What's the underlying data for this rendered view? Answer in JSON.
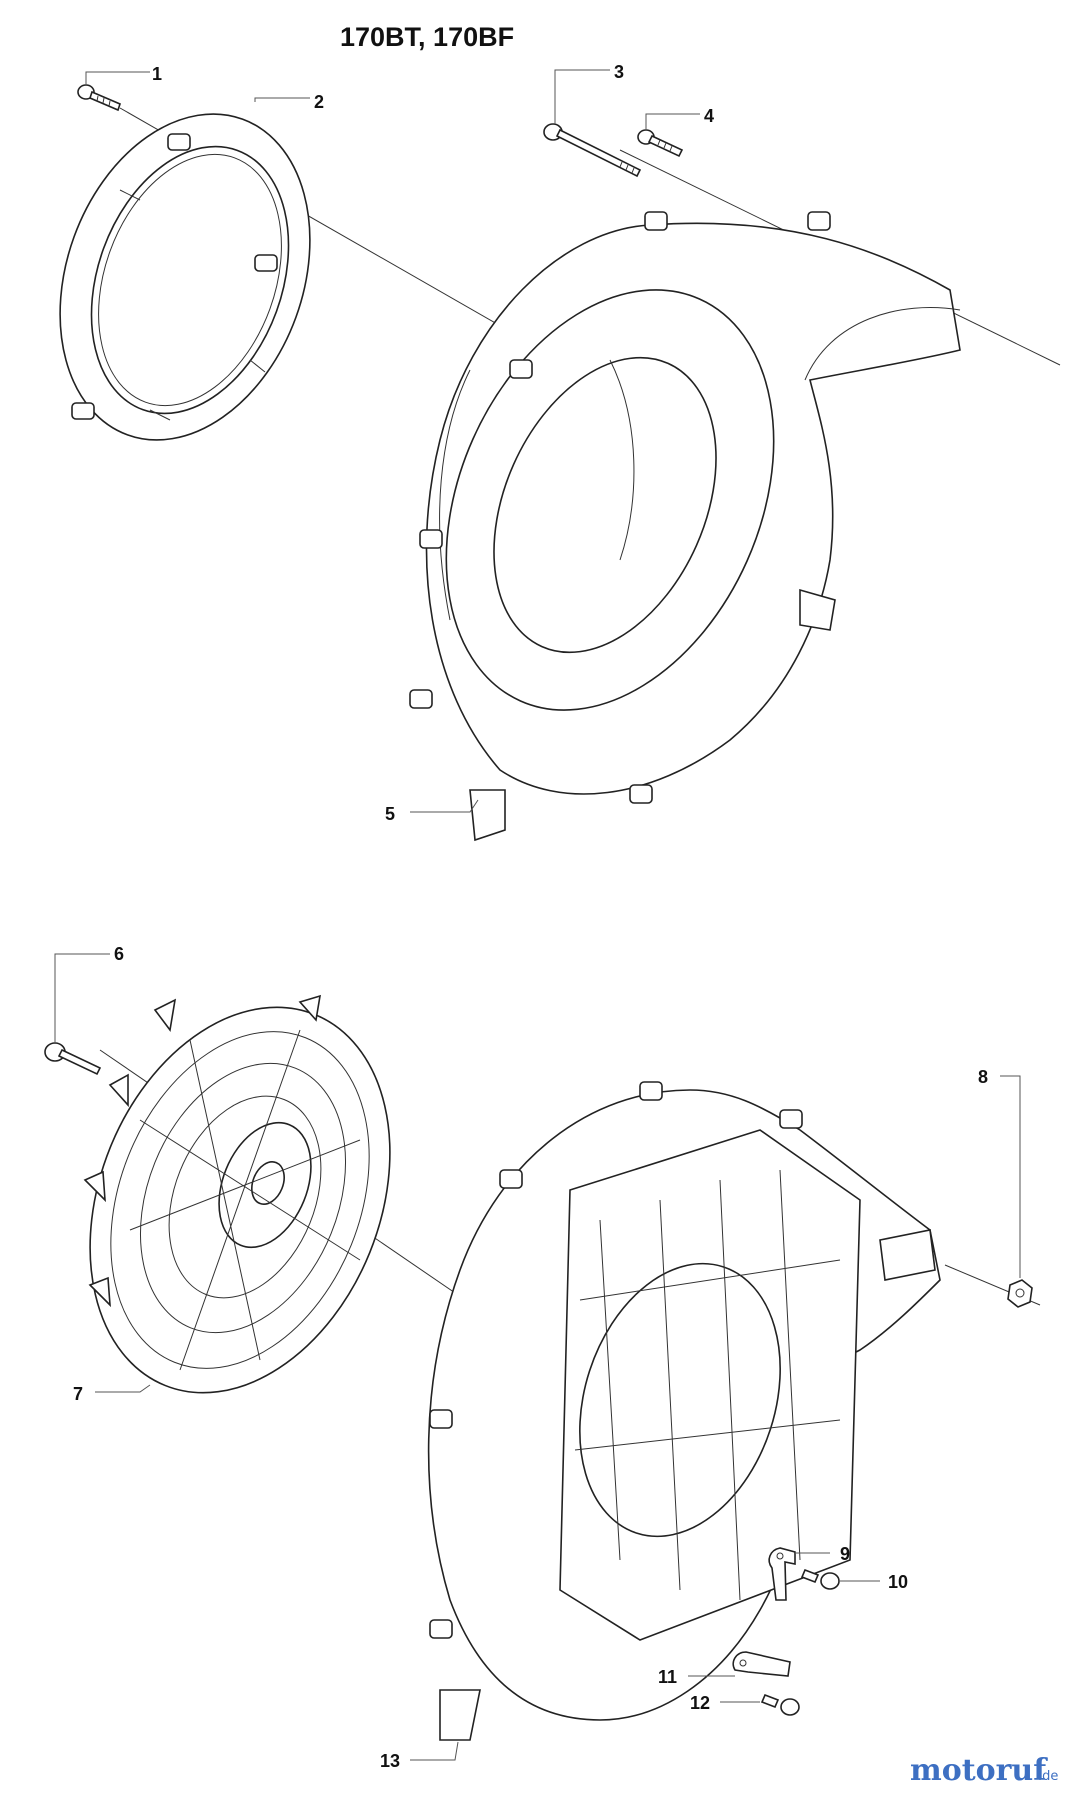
{
  "title": "170BT, 170BF",
  "callouts": [
    {
      "id": "1",
      "label": "1"
    },
    {
      "id": "2",
      "label": "2"
    },
    {
      "id": "3",
      "label": "3"
    },
    {
      "id": "4",
      "label": "4"
    },
    {
      "id": "5",
      "label": "5"
    },
    {
      "id": "6",
      "label": "6"
    },
    {
      "id": "7",
      "label": "7"
    },
    {
      "id": "8",
      "label": "8"
    },
    {
      "id": "9",
      "label": "9"
    },
    {
      "id": "10",
      "label": "10"
    },
    {
      "id": "11",
      "label": "11"
    },
    {
      "id": "12",
      "label": "12"
    },
    {
      "id": "13",
      "label": "13"
    }
  ],
  "watermark": {
    "main": "motoruf",
    "suffix": ".de"
  }
}
